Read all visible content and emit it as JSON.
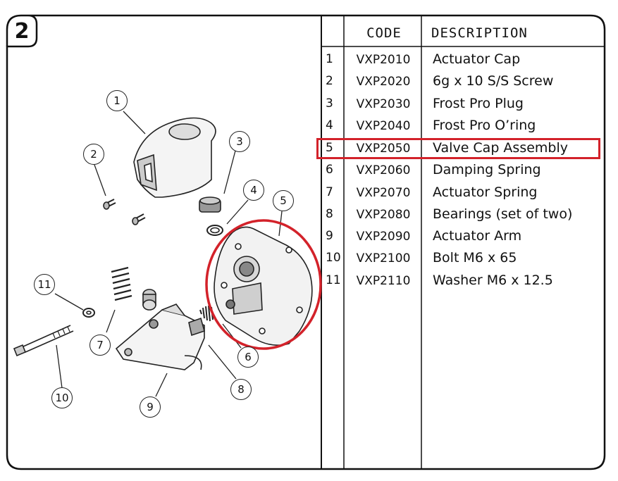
{
  "section_number": "2",
  "table": {
    "headers": {
      "code": "CODE",
      "description": "DESCRIPTION"
    },
    "rows": [
      {
        "num": "1",
        "code": "VXP2010",
        "description": "Actuator Cap"
      },
      {
        "num": "2",
        "code": "VXP2020",
        "description": "6g x 10 S/S Screw"
      },
      {
        "num": "3",
        "code": "VXP2030",
        "description": "Frost Pro Plug"
      },
      {
        "num": "4",
        "code": "VXP2040",
        "description": "Frost Pro O’ring"
      },
      {
        "num": "5",
        "code": "VXP2050",
        "description": "Valve Cap Assembly"
      },
      {
        "num": "6",
        "code": "VXP2060",
        "description": "Damping Spring"
      },
      {
        "num": "7",
        "code": "VXP2070",
        "description": "Actuator Spring"
      },
      {
        "num": "8",
        "code": "VXP2080",
        "description": "Bearings (set of two)"
      },
      {
        "num": "9",
        "code": "VXP2090",
        "description": "Actuator Arm"
      },
      {
        "num": "10",
        "code": "VXP2100",
        "description": "Bolt M6 x 65"
      },
      {
        "num": "11",
        "code": "VXP2110",
        "description": "Washer M6 x 12.5"
      }
    ]
  },
  "highlighted_row": "5",
  "highlight_color": "#d3222a",
  "callouts": [
    "1",
    "2",
    "3",
    "4",
    "5",
    "6",
    "7",
    "8",
    "9",
    "10",
    "11"
  ]
}
